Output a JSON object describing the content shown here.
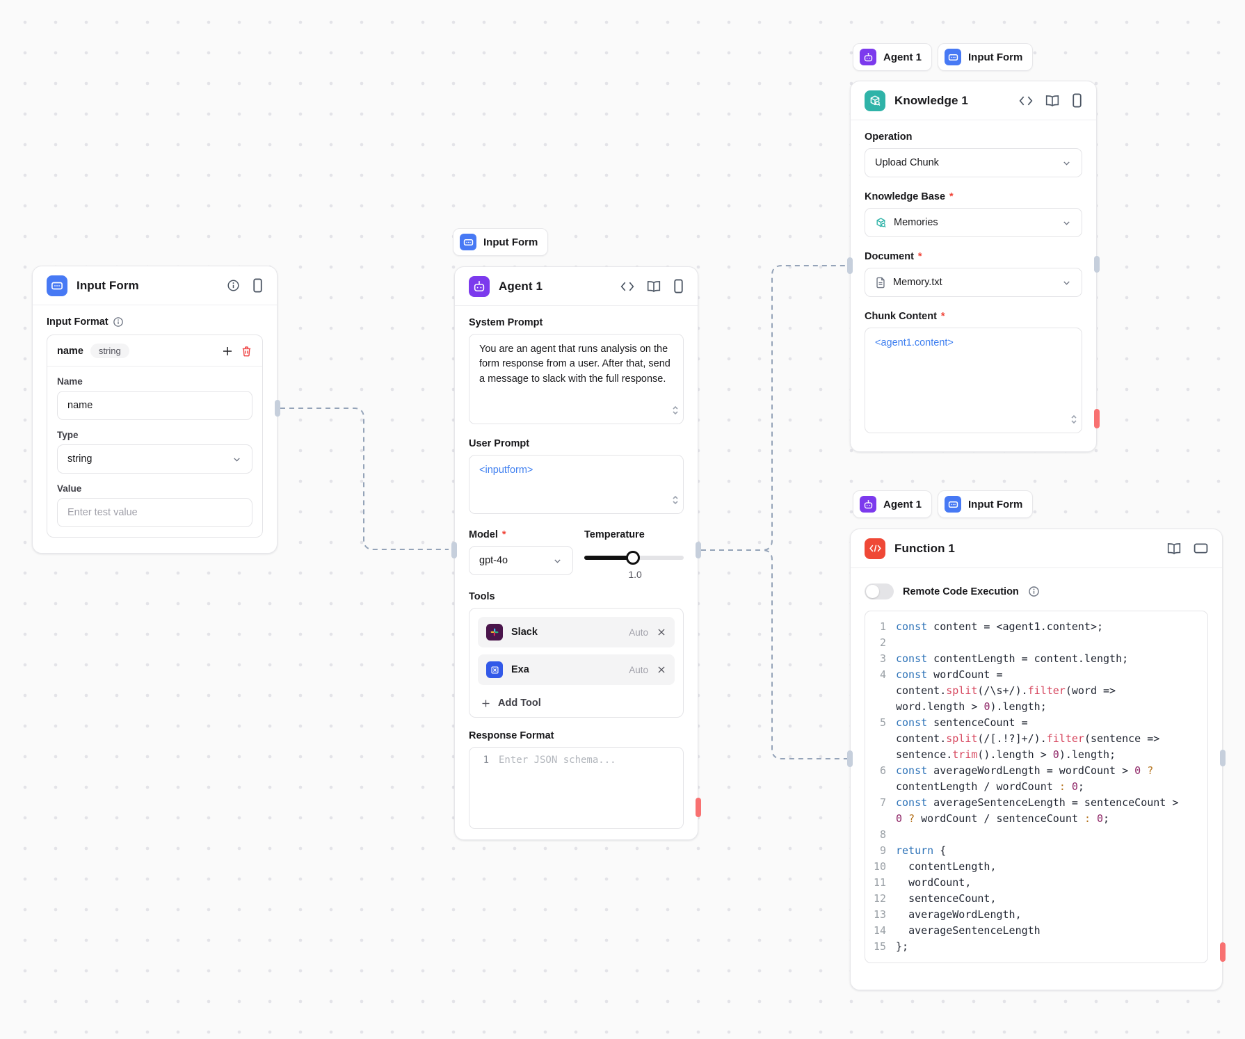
{
  "misc": {
    "required": "*"
  },
  "chips": {
    "agent_label": "Agent 1",
    "input_form_label": "Input Form"
  },
  "nodes": {
    "input_form": {
      "title": "Input Form",
      "section_label": "Input Format",
      "row_name": "name",
      "row_type_badge": "string",
      "name_label": "Name",
      "name_value": "name",
      "type_label": "Type",
      "type_value": "string",
      "value_label": "Value",
      "value_placeholder": "Enter test value"
    },
    "agent": {
      "title": "Agent 1",
      "system_prompt_label": "System Prompt",
      "system_prompt": "You are an agent that runs analysis on the form response from a user. After that, send a message to slack with the full response.",
      "user_prompt_label": "User Prompt",
      "user_prompt": "<inputform>",
      "model_label": "Model",
      "model_value": "gpt-4o",
      "temperature_label": "Temperature",
      "temperature_value": "1.0",
      "tools_label": "Tools",
      "tools": [
        {
          "name": "Slack",
          "mode": "Auto"
        },
        {
          "name": "Exa",
          "mode": "Auto"
        }
      ],
      "add_tool_label": "Add Tool",
      "response_format_label": "Response Format",
      "response_line_number": "1",
      "response_placeholder": "Enter JSON schema..."
    },
    "knowledge": {
      "title": "Knowledge 1",
      "operation_label": "Operation",
      "operation_value": "Upload Chunk",
      "kb_label": "Knowledge Base",
      "kb_value": "Memories",
      "document_label": "Document",
      "document_value": "Memory.txt",
      "chunk_label": "Chunk Content",
      "chunk_value": "<agent1.content>"
    },
    "function_node": {
      "title": "Function 1",
      "toggle_label": "Remote Code Execution",
      "code": {
        "lines": [
          {
            "n": "1",
            "segs": [
              [
                "kw",
                "const"
              ],
              [
                "pl",
                " content = <agent1.content>;"
              ]
            ]
          },
          {
            "n": "2",
            "segs": []
          },
          {
            "n": "3",
            "segs": [
              [
                "kw",
                "const"
              ],
              [
                "pl",
                " contentLength = content.length;"
              ]
            ]
          },
          {
            "n": "4",
            "segs": [
              [
                "kw",
                "const"
              ],
              [
                "pl",
                " wordCount = content."
              ],
              [
                "fn",
                "split"
              ],
              [
                "pl",
                "(/\\s+/)."
              ],
              [
                "fn",
                "filter"
              ],
              [
                "pl",
                "(word => word.length > "
              ],
              [
                "num",
                "0"
              ],
              [
                "pl",
                ").length;"
              ]
            ]
          },
          {
            "n": "5",
            "segs": [
              [
                "kw",
                "const"
              ],
              [
                "pl",
                " sentenceCount = content."
              ],
              [
                "fn",
                "split"
              ],
              [
                "pl",
                "(/[.!?]+/)."
              ],
              [
                "fn",
                "filter"
              ],
              [
                "pl",
                "(sentence => sentence."
              ],
              [
                "fn",
                "trim"
              ],
              [
                "pl",
                "().length > "
              ],
              [
                "num",
                "0"
              ],
              [
                "pl",
                ").length;"
              ]
            ]
          },
          {
            "n": "6",
            "segs": [
              [
                "kw",
                "const"
              ],
              [
                "pl",
                " averageWordLength = wordCount > "
              ],
              [
                "num",
                "0"
              ],
              [
                "pl",
                " "
              ],
              [
                "tern",
                "?"
              ],
              [
                "pl",
                " contentLength / wordCount "
              ],
              [
                "tern",
                ":"
              ],
              [
                "pl",
                " "
              ],
              [
                "num",
                "0"
              ],
              [
                "pl",
                ";"
              ]
            ]
          },
          {
            "n": "7",
            "segs": [
              [
                "kw",
                "const"
              ],
              [
                "pl",
                " averageSentenceLength = sentenceCount > "
              ],
              [
                "num",
                "0"
              ],
              [
                "pl",
                " "
              ],
              [
                "tern",
                "?"
              ],
              [
                "pl",
                " wordCount / sentenceCount "
              ],
              [
                "tern",
                ":"
              ],
              [
                "pl",
                " "
              ],
              [
                "num",
                "0"
              ],
              [
                "pl",
                ";"
              ]
            ]
          },
          {
            "n": "8",
            "segs": []
          },
          {
            "n": "9",
            "segs": [
              [
                "kw",
                "return"
              ],
              [
                "pl",
                " {"
              ]
            ]
          },
          {
            "n": "10",
            "segs": [
              [
                "pl",
                "  contentLength,"
              ]
            ]
          },
          {
            "n": "11",
            "segs": [
              [
                "pl",
                "  wordCount,"
              ]
            ]
          },
          {
            "n": "12",
            "segs": [
              [
                "pl",
                "  sentenceCount,"
              ]
            ]
          },
          {
            "n": "13",
            "segs": [
              [
                "pl",
                "  averageWordLength,"
              ]
            ]
          },
          {
            "n": "14",
            "segs": [
              [
                "pl",
                "  averageSentenceLength"
              ]
            ]
          },
          {
            "n": "15",
            "segs": [
              [
                "pl",
                "};"
              ]
            ]
          }
        ]
      }
    }
  }
}
